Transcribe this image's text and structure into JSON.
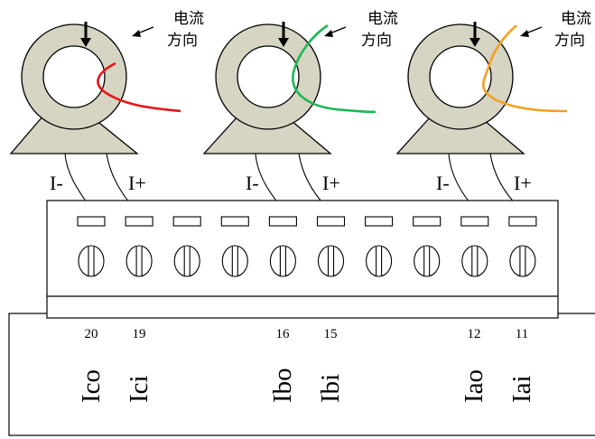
{
  "sensors": [
    {
      "wire_color": "#e8161b",
      "direction_line1": "电流",
      "direction_line2": "方向",
      "minus_label": "I-",
      "plus_label": "I+"
    },
    {
      "wire_color": "#1db954",
      "direction_line1": "电流",
      "direction_line2": "方向",
      "minus_label": "I-",
      "plus_label": "I+"
    },
    {
      "wire_color": "#f5a01e",
      "direction_line1": "电流",
      "direction_line2": "方向",
      "minus_label": "I-",
      "plus_label": "I+"
    }
  ],
  "terminal_numbers": [
    "20",
    "19",
    "16",
    "15",
    "12",
    "11"
  ],
  "channel_labels": [
    "Ico",
    "Ici",
    "Ibo",
    "Ibi",
    "Iao",
    "Iai"
  ],
  "colors": {
    "ct_body": "#d6d4c2",
    "outline": "#000000"
  }
}
